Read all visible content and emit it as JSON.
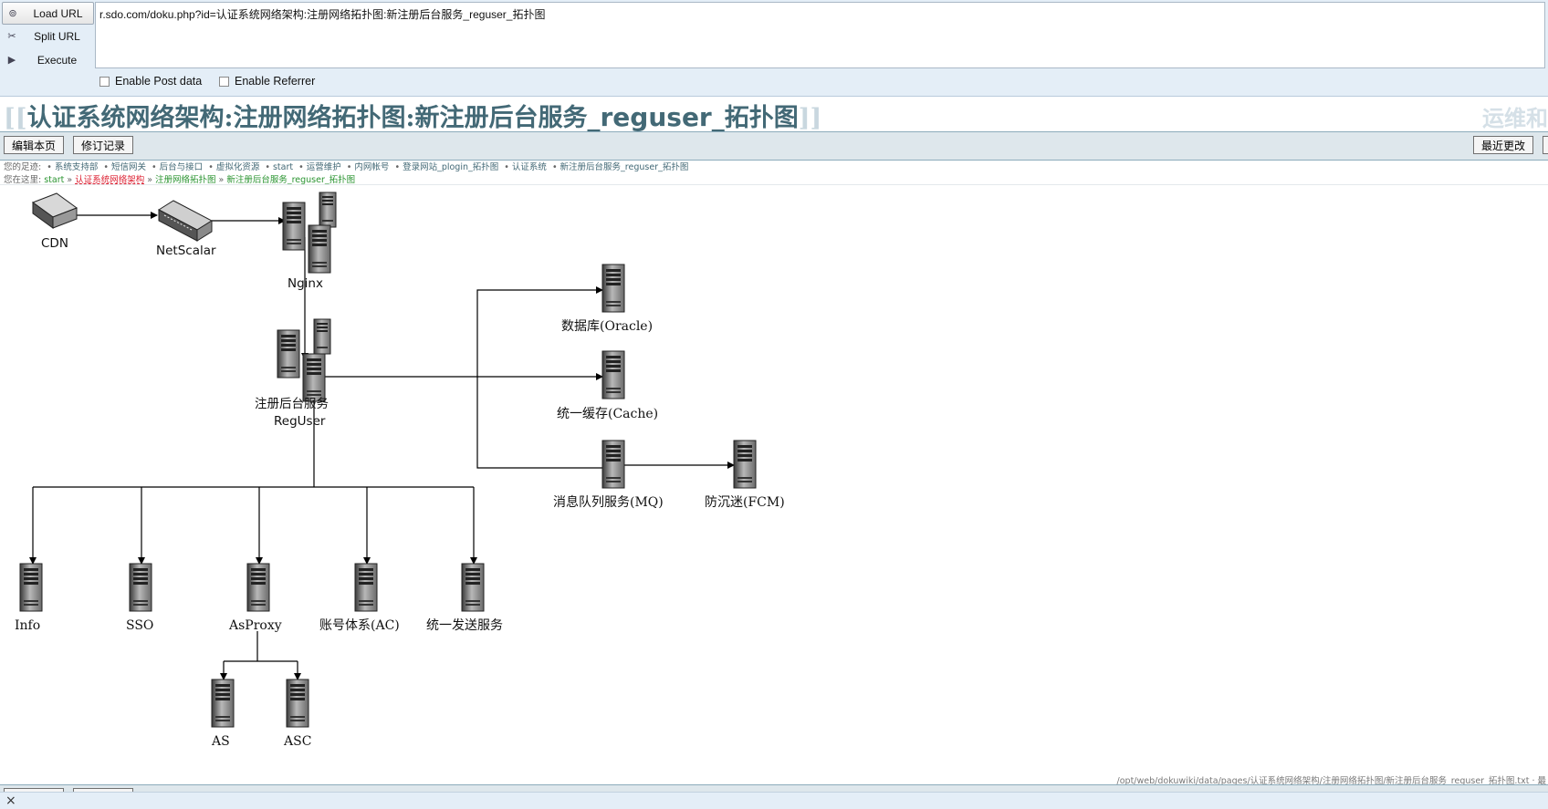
{
  "hackbar": {
    "load_url": "Load URL",
    "split_url": "Split URL",
    "execute": "Execute",
    "url_value": "r.sdo.com/doku.php?id=认证系统网络架构:注册网络拓扑图:新注册后台服务_reguser_拓扑图",
    "enable_post": "Enable Post data",
    "enable_referrer": "Enable Referrer"
  },
  "wiki": {
    "title_open": "[[",
    "title_main": "认证系统网络架构:注册网络拓扑图:新注册后台服务",
    "title_en": "_reguser_",
    "title_tail": "拓扑图",
    "title_close": "]]",
    "site_name": "运维和",
    "edit_button": "编辑本页",
    "revisions_button": "修订记录",
    "recent_button": "最近更改",
    "trace_label": "您的足迹:",
    "trace_items": [
      "系统支持部",
      "短信网关",
      "后台与接口",
      "虚拟化资源",
      "start",
      "运营维护",
      "内网帐号",
      "登录网站_plogin_拓扑图",
      "认证系统",
      "新注册后台服务_reguser_拓扑图"
    ],
    "here_label": "您在这里:",
    "here_items": [
      "start",
      "认证系统网络架构",
      "注册网络拓扑图",
      "新注册后台服务_reguser_拓扑图"
    ],
    "file_path": "/opt/web/dokuwiki/data/pages/认证系统网络架构/注册网络拓扑图/新注册后台服务_reguser_拓扑图.txt · 最"
  },
  "diagram": {
    "labels": {
      "cdn": "CDN",
      "netscalar": "NetScalar",
      "nginx": "Nginx",
      "reg_cn": "注册后台服务",
      "reg_en": "RegUser",
      "oracle": "数据库(Oracle)",
      "cache": "统一缓存(Cache)",
      "mq": "消息队列服务(MQ)",
      "fcm": "防沉迷(FCM)",
      "info": "Info",
      "sso": "SSO",
      "asproxy": "AsProxy",
      "ac": "账号体系(AC)",
      "send": "统一发送服务",
      "as": "AS",
      "asc": "ASC"
    }
  },
  "statusbar": {
    "close": "×"
  }
}
